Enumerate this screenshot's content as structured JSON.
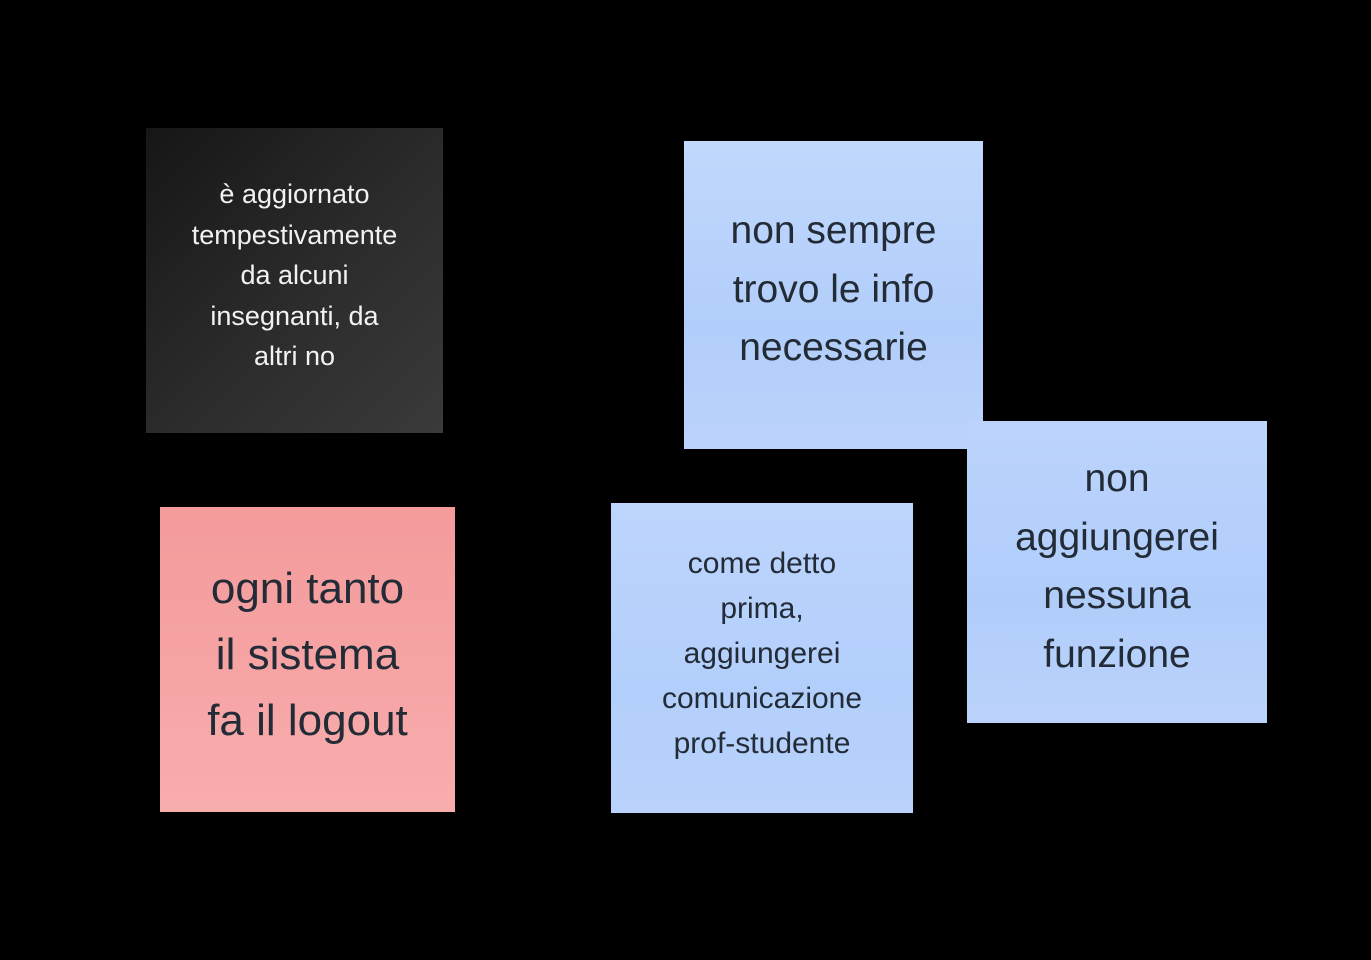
{
  "board": {
    "background_color": "#000000",
    "kind": "sticky-note-whiteboard"
  },
  "colors": {
    "note_dark_bg": "#2c2c2c",
    "note_blue_bg": "#b5d0fb",
    "note_pink_bg": "#f6a4a4",
    "note_dark_text": "#f2f2f2",
    "note_light_text": "#222b36"
  },
  "notes": [
    {
      "color_name": "dark-gray",
      "background_hex": "#2c2c2c",
      "text_color_hex": "#f2f2f2",
      "text": "è aggiornato\ntempestivamente\nda alcuni\ninsegnanti, da\naltri no"
    },
    {
      "color_name": "light-blue",
      "background_hex": "#b5d0fb",
      "text_color_hex": "#222b36",
      "text": "non sempre\ntrovo le info\nnecessarie"
    },
    {
      "color_name": "light-blue",
      "background_hex": "#b5d0fb",
      "text_color_hex": "#222b36",
      "text": "non\naggiungerei\nnessuna\nfunzione"
    },
    {
      "color_name": "pink",
      "background_hex": "#f6a4a4",
      "text_color_hex": "#222b36",
      "text": "ogni tanto\nil sistema\nfa il logout"
    },
    {
      "color_name": "light-blue",
      "background_hex": "#b5d0fb",
      "text_color_hex": "#222b36",
      "text": "come detto\nprima,\naggiungerei\ncomunicazione\nprof-studente"
    }
  ]
}
